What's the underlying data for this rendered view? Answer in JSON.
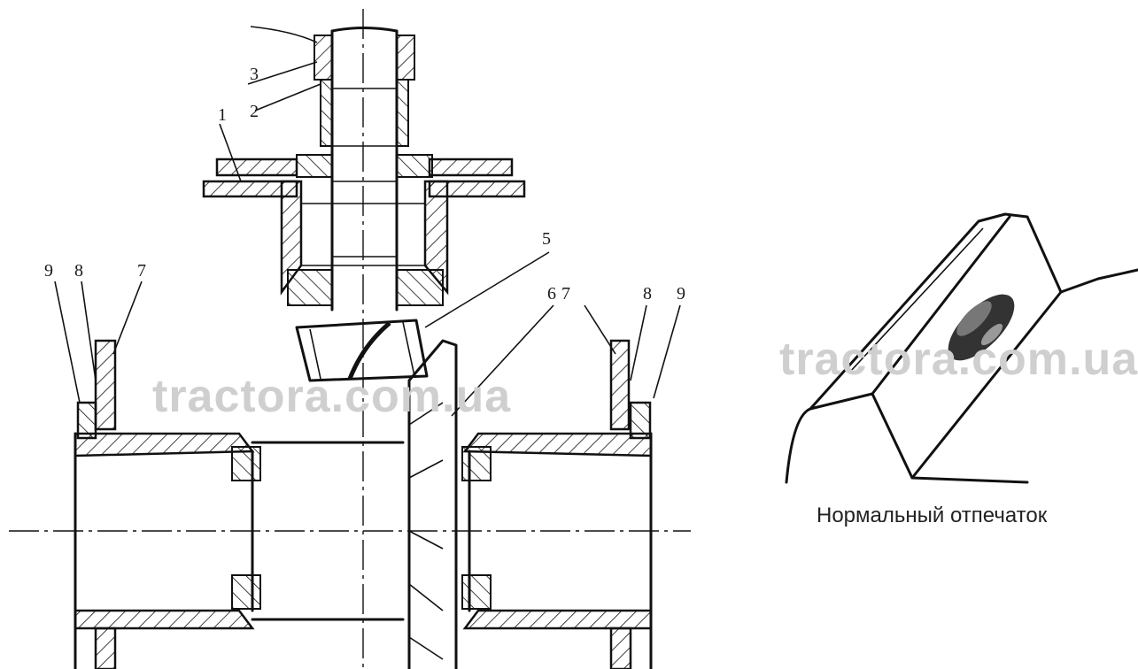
{
  "diagram": {
    "callouts": {
      "top_unlabeled": "",
      "c3": "3",
      "c2": "2",
      "c1": "1",
      "c5": "5",
      "c9_left": "9",
      "c8_left": "8",
      "c7_left": "7",
      "c6": "6",
      "c7_right": "7",
      "c8_right": "8",
      "c9_right": "9"
    },
    "watermark_left": "tractora.com.ua",
    "watermark_right": "tractora.com.ua"
  },
  "contact_pattern": {
    "caption": "Нормальный отпечаток"
  },
  "colors": {
    "line": "#111111",
    "watermark": "#cfcfcf",
    "background": "#ffffff"
  }
}
